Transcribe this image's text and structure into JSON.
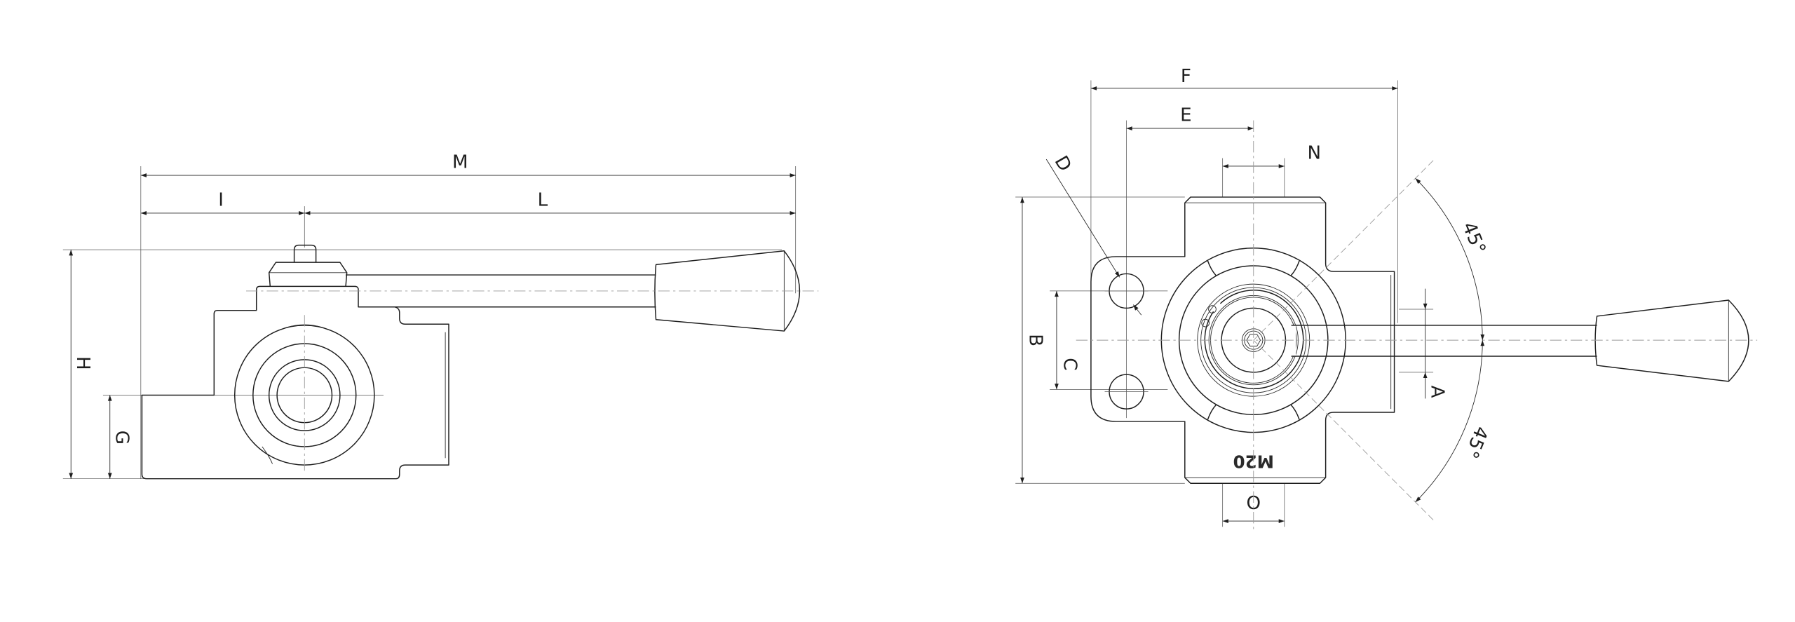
{
  "left_view": {
    "dimensions": {
      "M": "M",
      "I": "I",
      "L": "L",
      "H": "H",
      "G": "G"
    }
  },
  "right_view": {
    "dimensions": {
      "F": "F",
      "E": "E",
      "N": "N",
      "D": "D",
      "B": "B",
      "C": "C",
      "A": "A",
      "O": "O"
    },
    "angle_top": "45°",
    "angle_bottom": "45°",
    "body_marking": "M20"
  },
  "colors": {
    "line": "#1e1e1e",
    "centerline": "#9a9a9a",
    "background": "#ffffff"
  }
}
